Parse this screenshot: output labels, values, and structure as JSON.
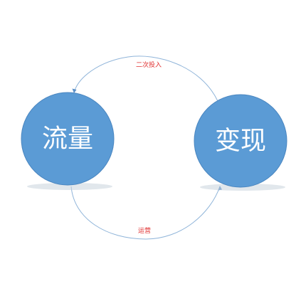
{
  "nodes": {
    "traffic": {
      "label": "流量",
      "color": "#5b9bd5"
    },
    "monetization": {
      "label": "变现",
      "color": "#5b9bd5"
    }
  },
  "edges": {
    "reinvest": {
      "label": "二次投入",
      "color": "#e03030"
    },
    "operate": {
      "label": "运营",
      "color": "#e03030"
    }
  }
}
